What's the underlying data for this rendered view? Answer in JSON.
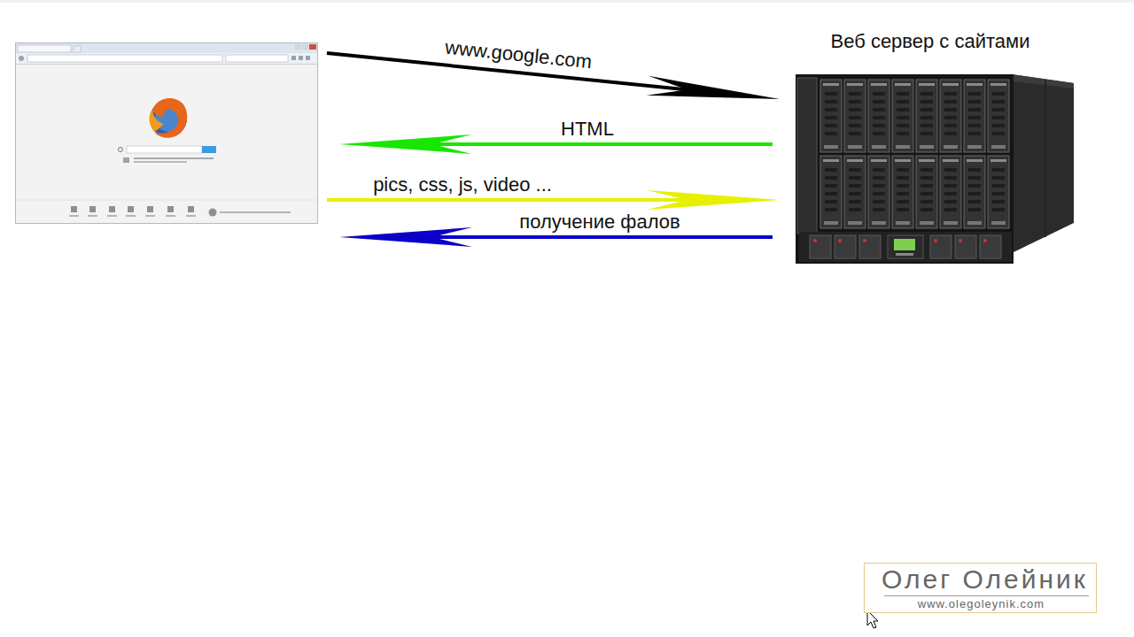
{
  "diagram": {
    "nodes": [
      {
        "text": []
      },
      {
        "text": [
          "Веб сервер с сайтами"
        ]
      },
      {
        "text": [
          "Олег Олейник",
          "www.olegoleynik.com"
        ]
      }
    ],
    "edges": [
      {
        "from": 0,
        "to": 1,
        "label": "www.google.com",
        "arrow": "to"
      },
      {
        "from": 1,
        "to": 0,
        "label": "HTML",
        "arrow": "to"
      },
      {
        "from": 0,
        "to": 1,
        "label": "pics, css, js, video ...",
        "arrow": "to"
      },
      {
        "from": 1,
        "to": 0,
        "label": "получение фалов",
        "arrow": "to"
      }
    ]
  }
}
